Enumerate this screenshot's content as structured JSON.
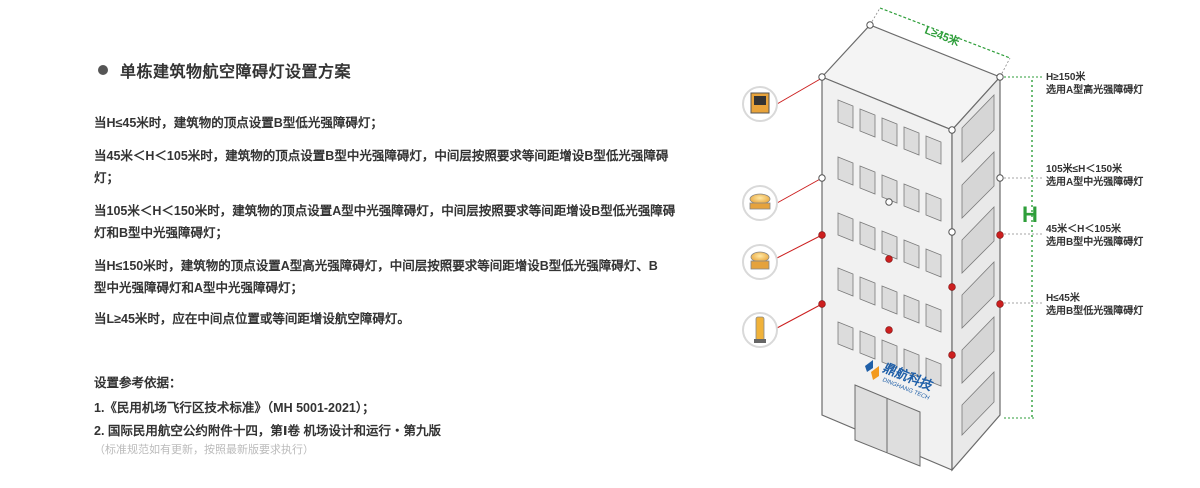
{
  "title": "单栋建筑物航空障碍灯设置方案",
  "rules": [
    "当H≤45米时，建筑物的顶点设置B型低光强障碍灯；",
    "当45米＜H＜105米时，建筑物的顶点设置B型中光强障碍灯，中间层按照要求等间距增设B型低光强障碍灯；",
    "当105米＜H＜150米时，建筑物的顶点设置A型中光强障碍灯，中间层按照要求等间距增设B型低光强障碍灯和B型中光强障碍灯；",
    "当H≤150米时，建筑物的顶点设置A型高光强障碍灯，中间层按照要求等间距增设B型低光强障碍灯、B型中光强障碍灯和A型中光强障碍灯；",
    "当L≥45米时，应在中间点位置或等间距增设航空障碍灯。"
  ],
  "basis": {
    "title": "设置参考依据：",
    "items": [
      "1.《民用机场飞行区技术标准》（MH 5001-2021）；",
      "2. 国际民用航空公约附件十四，第Ⅰ卷 机场设计和运行・第九版"
    ],
    "note": "（标准规范如有更新，按照最新版要求执行）"
  },
  "diagram": {
    "length_label": "L≥45米",
    "height_label": "H",
    "brand_name": "鼎航科技",
    "brand_sub": "DINGHANG TECH",
    "levels": [
      {
        "line1": "H≥150米",
        "line2": "选用A型高光强障碍灯"
      },
      {
        "line1": "105米≤H＜150米",
        "line2": "选用A型中光强障碍灯"
      },
      {
        "line1": "45米＜H＜105米",
        "line2": "选用B型中光强障碍灯"
      },
      {
        "line1": "H≤45米",
        "line2": "选用B型低光强障碍灯"
      }
    ],
    "colors": {
      "green": "#2e9e3a",
      "red": "#cc1f1f",
      "brand_blue": "#1f5fa8",
      "brand_orange": "#f39a1e"
    }
  }
}
